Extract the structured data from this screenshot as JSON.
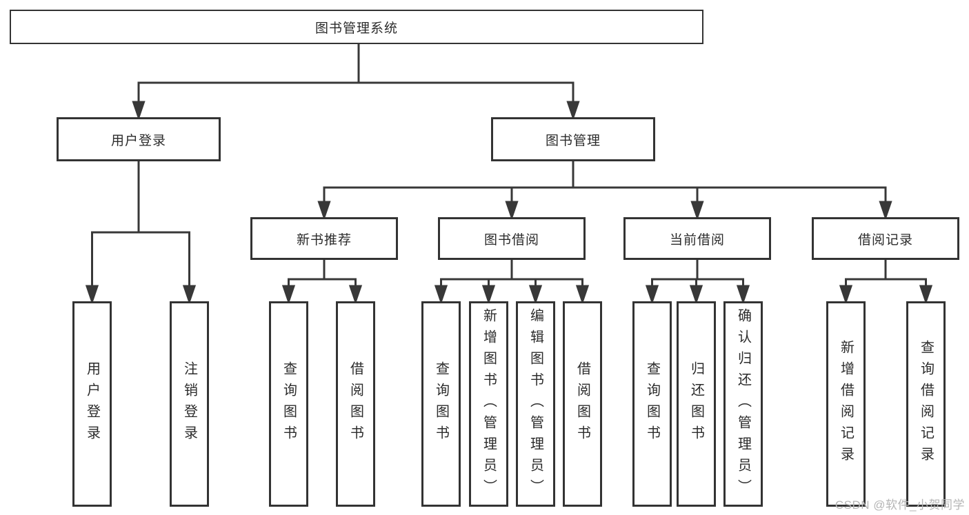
{
  "diagram": {
    "title_note": "functional structure tree",
    "root": {
      "label": "图书管理系统"
    },
    "level2": [
      {
        "label": "用户登录"
      },
      {
        "label": "图书管理"
      }
    ],
    "level3": [
      {
        "label": "新书推荐"
      },
      {
        "label": "图书借阅"
      },
      {
        "label": "当前借阅"
      },
      {
        "label": "借阅记录"
      }
    ],
    "leaves": {
      "user_login": [
        {
          "label": "用户登录"
        },
        {
          "label": "注销登录"
        }
      ],
      "new_book": [
        {
          "label": "查询图书"
        },
        {
          "label": "借阅图书"
        }
      ],
      "book_borrow": [
        {
          "label": "查询图书"
        },
        {
          "label": "新增图书（管理员）"
        },
        {
          "label": "编辑图书（管理员）"
        },
        {
          "label": "借阅图书"
        }
      ],
      "current_borrow": [
        {
          "label": "查询图书"
        },
        {
          "label": "归还图书"
        },
        {
          "label": "确认归还（管理员）"
        }
      ],
      "borrow_record": [
        {
          "label": "新增借阅记录"
        },
        {
          "label": "查询借阅记录"
        }
      ]
    },
    "colors": {
      "line": "#383838",
      "border": "#333333",
      "text": "#2b2b2b",
      "background": "#ffffff",
      "watermark": "#b5b5b5"
    }
  },
  "watermark": {
    "text": "CSDN @软件_小贺同学"
  }
}
